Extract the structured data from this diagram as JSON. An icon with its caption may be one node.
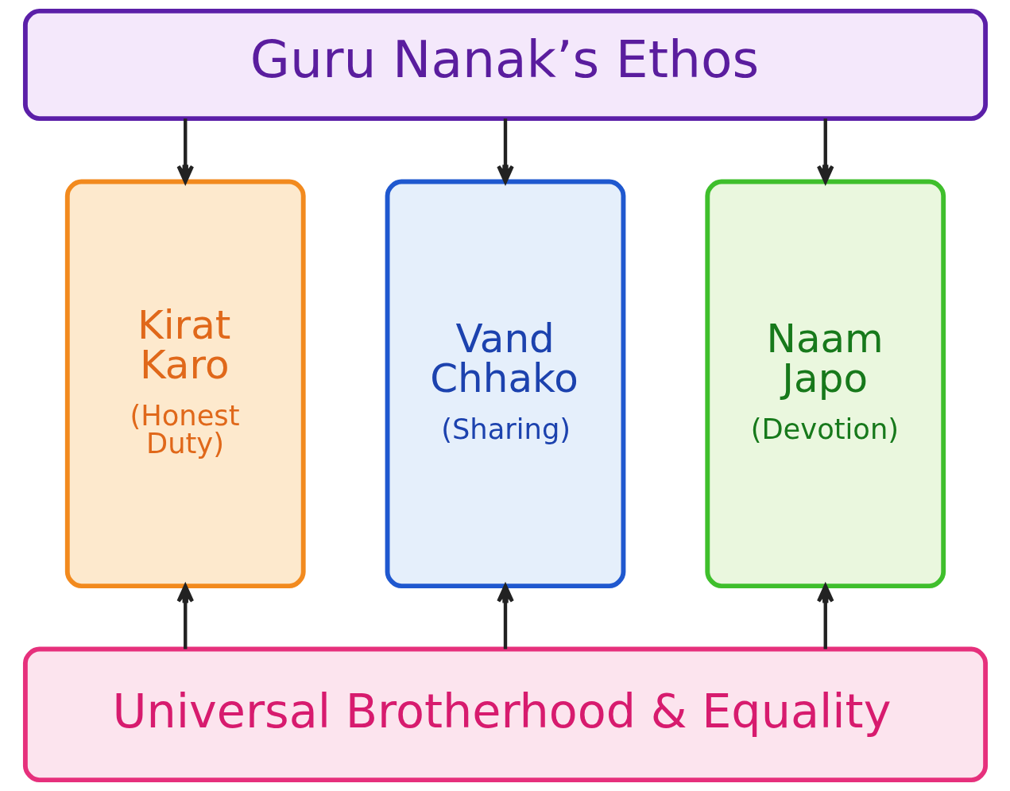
{
  "diagram": {
    "nodes": [
      {
        "text": [
          "Guru Nanak’s Ethos"
        ]
      },
      {
        "text": [
          "Kirat Karo",
          "(Honest Duty)"
        ]
      },
      {
        "text": [
          "Vand Chhako",
          "(Sharing)"
        ]
      },
      {
        "text": [
          "Naam Japo",
          "(Devotion)"
        ]
      },
      {
        "text": [
          "Universal Brotherhood & Equality"
        ]
      }
    ],
    "edges": [
      {
        "from": 0,
        "to": 1,
        "arrow": "to"
      },
      {
        "from": 0,
        "to": 2,
        "arrow": "to"
      },
      {
        "from": 0,
        "to": 3,
        "arrow": "to"
      },
      {
        "from": 4,
        "to": 1,
        "arrow": "to"
      },
      {
        "from": 4,
        "to": 2,
        "arrow": "to"
      },
      {
        "from": 4,
        "to": 3,
        "arrow": "to"
      }
    ]
  }
}
